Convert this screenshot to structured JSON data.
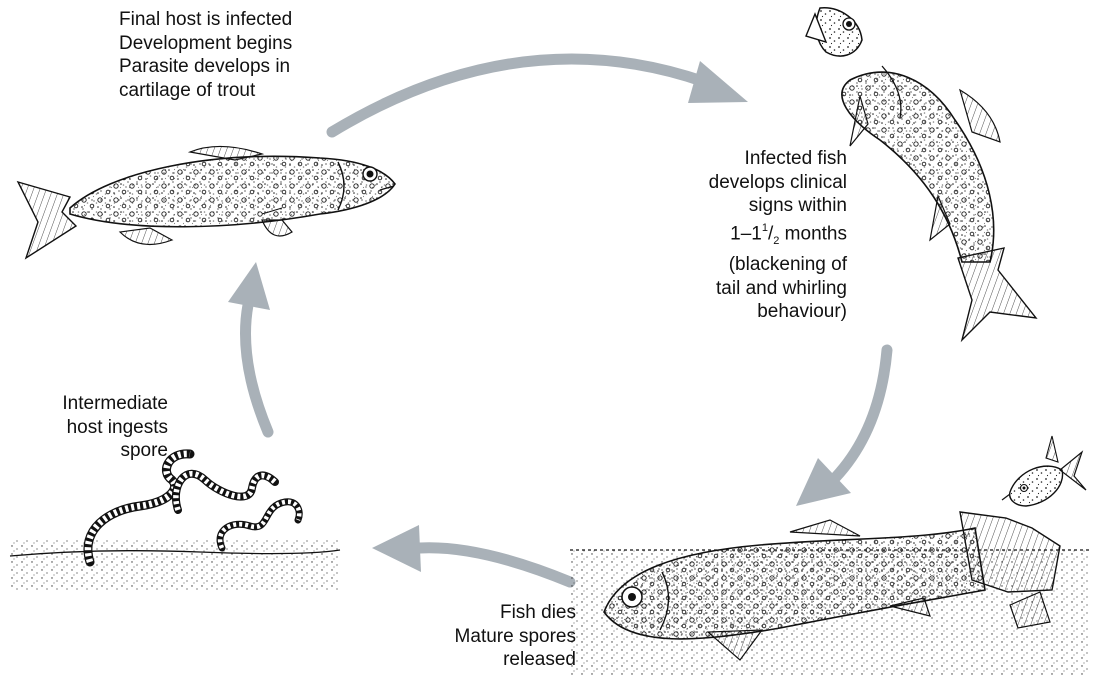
{
  "stages": {
    "final_host": {
      "lines": [
        "Final host is infected",
        "Development begins",
        "Parasite develops in",
        "cartilage of trout"
      ]
    },
    "clinical_signs": {
      "line1": "Infected fish",
      "line2": "develops clinical",
      "line3": "signs within",
      "line4_prefix": "1–1",
      "line4_num": "1",
      "line4_sep": "/",
      "line4_den": "2",
      "line4_suffix": " months",
      "line5": "(blackening of",
      "line6": "tail and whirling",
      "line7": "behaviour)"
    },
    "fish_dies": {
      "lines": [
        "Fish dies",
        "Mature spores",
        "released"
      ]
    },
    "intermediate_host": {
      "lines": [
        "Intermediate",
        "host ingests",
        "spore"
      ]
    }
  },
  "colors": {
    "arrow": "#a9b1b8",
    "ink": "#111111"
  },
  "icons": [
    "trout-infected",
    "trout-whirling",
    "trout-dead",
    "small-fish",
    "tubifex-worms"
  ]
}
